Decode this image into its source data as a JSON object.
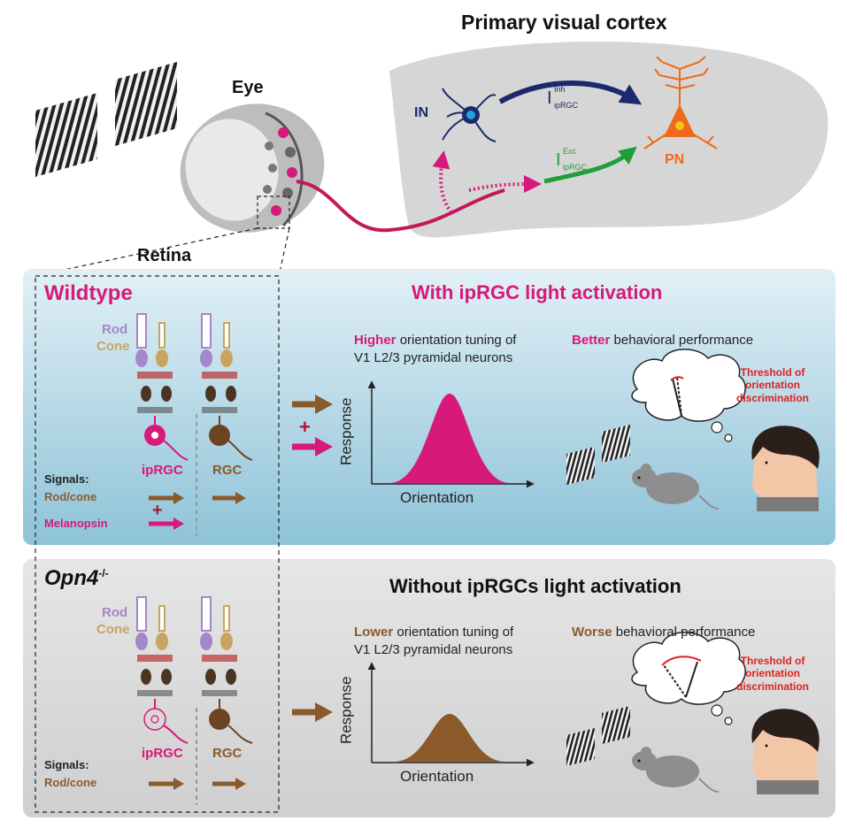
{
  "colors": {
    "magenta": "#d6197a",
    "brown": "#8b5a2b",
    "rod": "#a487c8",
    "cone": "#c8a460",
    "red": "#e02020",
    "navy": "#1a2a6c",
    "green": "#1f9e3a",
    "orange": "#f06a1c",
    "cortex_gray": "#d6d6d6",
    "wildtype_bg": "#bcdde9",
    "knockout_bg": "#dcdcdc"
  },
  "top": {
    "cortex_title": "Primary visual cortex",
    "eye_label": "Eye",
    "retina_label": "Retina",
    "in_label": "IN",
    "pn_label": "PN",
    "inh_main": "I",
    "inh_sup": "Inh",
    "inh_sub": "ipRGC",
    "exc_main": "I",
    "exc_sup": "Exc",
    "exc_sub": "ipRGC"
  },
  "wildtype": {
    "title": "Wildtype",
    "rod": "Rod",
    "cone": "Cone",
    "iprgc": "ipRGC",
    "rgc": "RGC",
    "signals": "Signals:",
    "rodcone": "Rod/cone",
    "melanopsin": "Melanopsin",
    "plus": "+",
    "heading": "With ipRGC light activation",
    "tuning_emph": "Higher",
    "tuning_rest": "orientation tuning of",
    "tuning_line2": "V1 L2/3 pyramidal neurons",
    "behav_emph": "Better",
    "behav_rest": "behavioral performance",
    "threshold": [
      "Threshold of",
      "orientation",
      "discrimination"
    ],
    "ylabel": "Response",
    "xlabel": "Orientation"
  },
  "knockout": {
    "title": "Opn4",
    "title_sup": "-/-",
    "rod": "Rod",
    "cone": "Cone",
    "iprgc": "ipRGC",
    "rgc": "RGC",
    "signals": "Signals:",
    "rodcone": "Rod/cone",
    "heading": "Without ipRGCs light activation",
    "tuning_emph": "Lower",
    "tuning_rest": "orientation tuning of",
    "tuning_line2": "V1 L2/3 pyramidal neurons",
    "behav_emph": "Worse",
    "behav_rest": "behavioral performance",
    "threshold": [
      "Threshold of",
      "orientation",
      "discrimination"
    ],
    "ylabel": "Response",
    "xlabel": "Orientation"
  }
}
